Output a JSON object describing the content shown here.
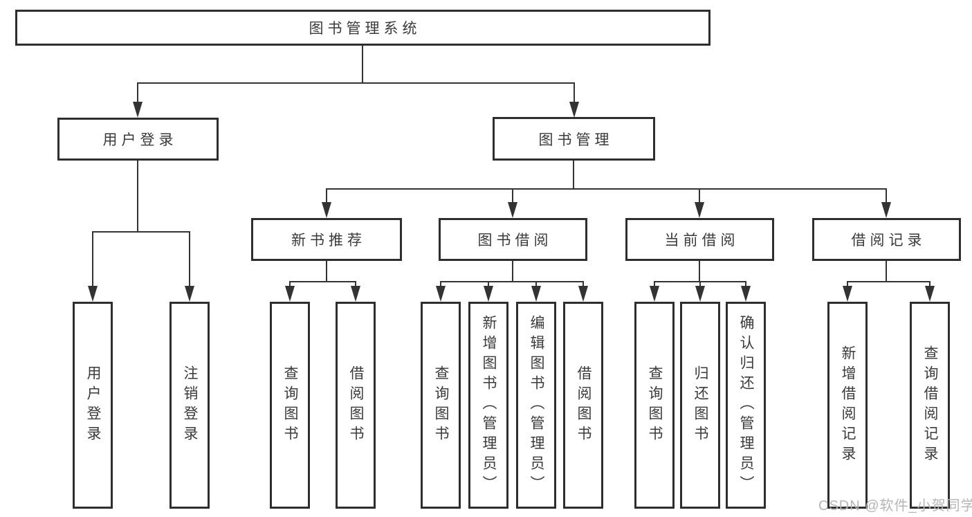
{
  "tree": {
    "root": {
      "label": "图书管理系统"
    },
    "branches": [
      {
        "label": "用户登录",
        "leaves": [
          {
            "label": "用户登录"
          },
          {
            "label": "注销登录"
          }
        ]
      },
      {
        "label": "图书管理",
        "groups": [
          {
            "label": "新书推荐",
            "leaves": [
              {
                "label": "查询图书"
              },
              {
                "label": "借阅图书"
              }
            ]
          },
          {
            "label": "图书借阅",
            "leaves": [
              {
                "label": "查询图书"
              },
              {
                "label": "新增图书（管理员）"
              },
              {
                "label": "编辑图书（管理员）"
              },
              {
                "label": "借阅图书"
              }
            ]
          },
          {
            "label": "当前借阅",
            "leaves": [
              {
                "label": "查询图书"
              },
              {
                "label": "归还图书"
              },
              {
                "label": "确认归还（管理员）"
              }
            ]
          },
          {
            "label": "借阅记录",
            "leaves": [
              {
                "label": "新增借阅记录"
              },
              {
                "label": "查询借阅记录"
              }
            ]
          }
        ]
      }
    ]
  },
  "watermark": {
    "text": "CSDN @软件_小贺同学"
  },
  "colors": {
    "line": "#333333",
    "border": "#2e2e2e",
    "text": "#3a3a3a",
    "watermark": "#b5b5b5",
    "background": "#ffffff"
  }
}
